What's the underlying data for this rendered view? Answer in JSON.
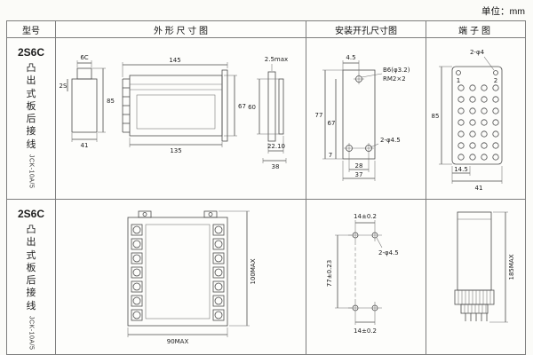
{
  "page": {
    "unit_label": "单位：mm"
  },
  "headers": {
    "model": "型号",
    "outline": "外 形 尺 寸 图",
    "install": "安装开孔尺寸图",
    "terminal": "端子图"
  },
  "row1": {
    "model": {
      "code": "2S6C",
      "desc": "凸出式板后接线",
      "sub": "JCK-10A/5"
    },
    "outline": {
      "front_top": "6C",
      "front_left": "2S",
      "front_height": "85",
      "front_width": "41",
      "main_top": "145",
      "main_bottom": "135",
      "main_right": "67",
      "side_top": "2.5max",
      "side_left": "60",
      "side_bottom_inner": "22.10",
      "side_bottom_outer": "38"
    },
    "install": {
      "top_offset": "4.5",
      "hole_label": "B6(φ3.2)",
      "thread_label": "RM2×2",
      "height_outer": "77",
      "height_inner": "67",
      "bottom_offset": "7",
      "width_inner": "28",
      "width_outer": "37",
      "holes_label": "2-φ4.5"
    },
    "terminal": {
      "hole_label": "2-φ4",
      "num_left": "1",
      "num_right": "2",
      "height": "85",
      "pitch": "14.5",
      "width": "41"
    }
  },
  "row2": {
    "model": {
      "code": "2S6C",
      "desc": "凸出式板后接线",
      "sub": "JCK-10A/5"
    },
    "outline": {
      "height": "100MAX",
      "width": "90MAX"
    },
    "install": {
      "top": "14±0.2",
      "holes_label": "2-φ4.5",
      "left": "77±0.23",
      "bottom": "14±0.2"
    },
    "terminal": {
      "height": "185MAX"
    }
  }
}
